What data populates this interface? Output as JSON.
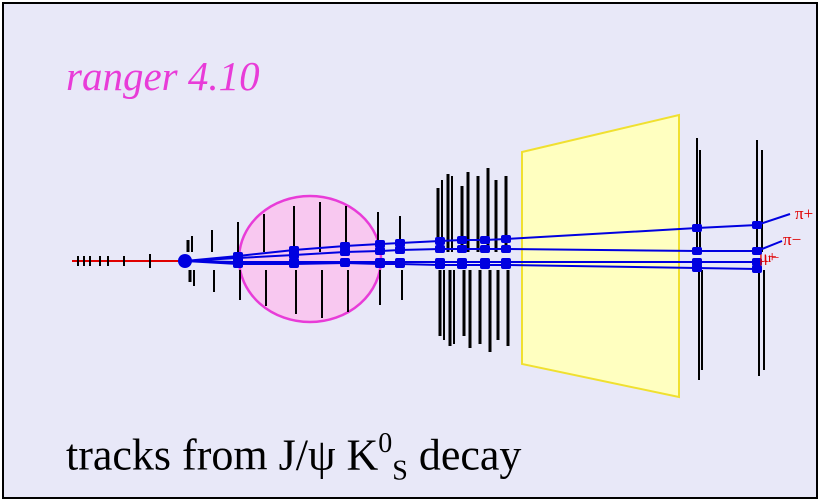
{
  "program_title": "ranger 4.10",
  "caption": {
    "prefix": "tracks from J/",
    "psi": "ψ",
    "k": " K",
    "k_sup": "0",
    "k_sub": "S",
    "suffix": " decay"
  },
  "particle_labels": [
    "π+",
    "π−",
    "μ+",
    "μ−"
  ],
  "colors": {
    "background": "#e8e8f8",
    "title": "#e83cd8",
    "tracks": "#0000e0",
    "beamline": "#e00000",
    "vertex_region": "#f8c8f0",
    "calorimeter": "#ffffc0",
    "labels": "#e00000"
  }
}
